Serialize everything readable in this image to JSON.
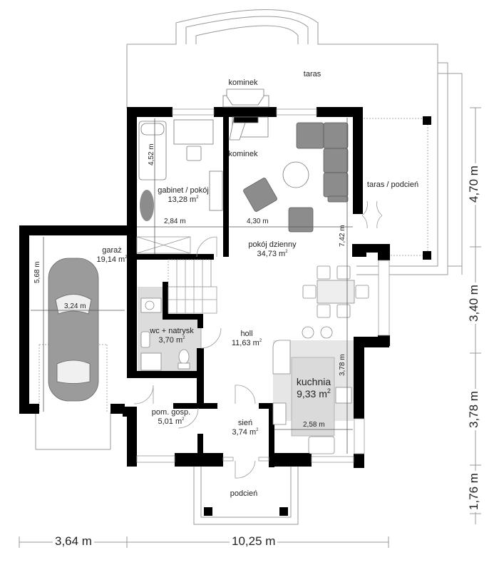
{
  "plan": {
    "type": "ground floor plan",
    "colors": {
      "wall": "#000000",
      "outline": "#9a9a9a",
      "furniture": "#8c8c8c",
      "tile": "#dcdcdc",
      "background": "#ffffff"
    }
  },
  "labels": {
    "taras": "taras",
    "kominek_outside": "kominek",
    "kominek_inside": "kominek",
    "taras_podcien": "taras / podcień",
    "podcien": "podcień"
  },
  "rooms": {
    "gabinet": {
      "name": "gabinet / pokój",
      "area": "13,28 m",
      "unit_sup": "2"
    },
    "pokoj_dzienny": {
      "name": "pokój dzienny",
      "area": "34,73 m",
      "unit_sup": "2"
    },
    "garaz": {
      "name": "garaż",
      "area": "19,14 m",
      "unit_sup": "2"
    },
    "wc": {
      "name": "wc + natrysk",
      "area": "3,70 m",
      "unit_sup": "2"
    },
    "holl": {
      "name": "holl",
      "area": "11,63 m",
      "unit_sup": "2"
    },
    "kuchnia": {
      "name": "kuchnia",
      "area": "9,33 m",
      "unit_sup": "2"
    },
    "pom_gosp": {
      "name": "pom. gosp.",
      "area": "5,01 m",
      "unit_sup": "2"
    },
    "sien": {
      "name": "sień",
      "area": "3,74 m",
      "unit_sup": "2"
    }
  },
  "inner_dimensions": {
    "gabinet_width": "2,84 m",
    "gabinet_depth": "4,52 m",
    "living_width": "4,30 m",
    "living_depth": "7,42 m",
    "garage_length": "5,68 m",
    "garage_width": "3,24 m",
    "kitchen_depth": "3,78 m",
    "kitchen_width": "2,58 m"
  },
  "outer_dimensions": {
    "bottom": [
      "3,64 m",
      "10,25 m"
    ],
    "right": [
      "4,70 m",
      "3,40 m",
      "3,78 m",
      "1,76 m"
    ]
  }
}
